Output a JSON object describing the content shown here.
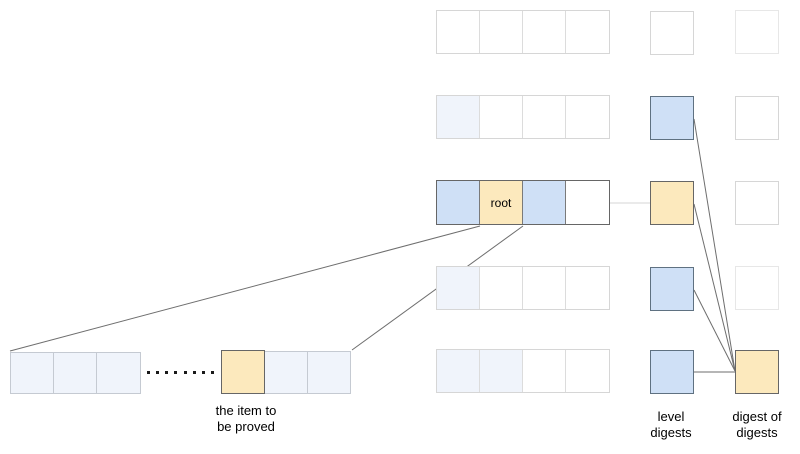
{
  "diagram": {
    "colors": {
      "cell_blue": "#cfe0f6",
      "cell_tint": "#f0f4fb",
      "cell_yellow": "#fce9bd",
      "cell_white": "#ffffff",
      "border_light": "#d6d6d6",
      "border_lighter": "#e7e7e7",
      "border_dark": "#666666",
      "border_blue_dark": "#5f7181",
      "border_soft": "#c5cad2",
      "separator_dark": "#7a7a7a",
      "separator_light": "#dcdcdc",
      "line": "#6e6e6e",
      "line_light": "#d4d4d4",
      "dot": "#1a1a1a",
      "text": "#000000"
    },
    "tree_rows": [
      {
        "cells": [
          "white",
          "white",
          "white",
          "white"
        ],
        "border": "light",
        "level_digest": {
          "fill": "white",
          "border": "light"
        },
        "digest_cell": {
          "fill": "white",
          "border": "lighter"
        }
      },
      {
        "cells": [
          "tint",
          "white",
          "white",
          "white"
        ],
        "border": "light",
        "level_digest": {
          "fill": "blue",
          "border": "blue_dark"
        },
        "digest_cell": {
          "fill": "white",
          "border": "light"
        }
      },
      {
        "cells": [
          "blue",
          "yellow",
          "blue",
          "white"
        ],
        "border": "dark",
        "label": {
          "text": "root",
          "cell": 1
        },
        "level_digest": {
          "fill": "yellow",
          "border": "dark"
        },
        "digest_cell": {
          "fill": "white",
          "border": "light"
        }
      },
      {
        "cells": [
          "tint",
          "white",
          "white",
          "white"
        ],
        "border": "light",
        "level_digest": {
          "fill": "blue",
          "border": "blue_dark"
        },
        "digest_cell": {
          "fill": "white",
          "border": "lighter"
        }
      },
      {
        "cells": [
          "tint",
          "tint",
          "white",
          "white"
        ],
        "border": "light",
        "level_digest": {
          "fill": "blue",
          "border": "blue_dark"
        },
        "digest_cell": {
          "fill": "yellow",
          "border": "dark"
        }
      }
    ],
    "item_row": {
      "left_cells": [
        "tint",
        "tint",
        "tint"
      ],
      "right_cells": [
        "yellow",
        "tint",
        "tint"
      ],
      "dots_count": 8,
      "label_line1": "the item to",
      "label_line2": "be proved"
    },
    "labels": {
      "level_digests_line1": "level",
      "level_digests_line2": "digests",
      "digest_of_digests_line1": "digest of",
      "digest_of_digests_line2": "digests"
    }
  }
}
